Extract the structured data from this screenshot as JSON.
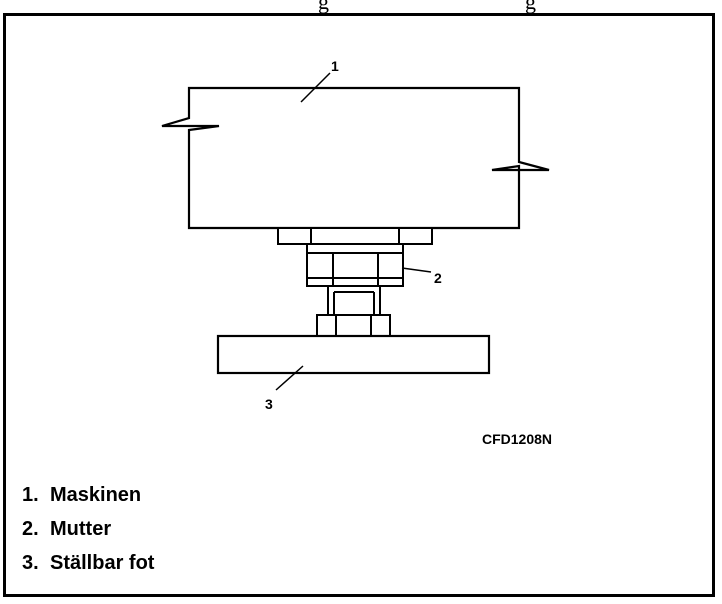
{
  "header": {
    "left_fragment": "g",
    "right_fragment": "g"
  },
  "callouts": [
    "1",
    "2",
    "3"
  ],
  "figure_code": "CFD1208N",
  "legend": [
    {
      "num": "1.",
      "label": "Maskinen"
    },
    {
      "num": "2.",
      "label": "Mutter"
    },
    {
      "num": "3.",
      "label": "Ställbar fot"
    }
  ]
}
